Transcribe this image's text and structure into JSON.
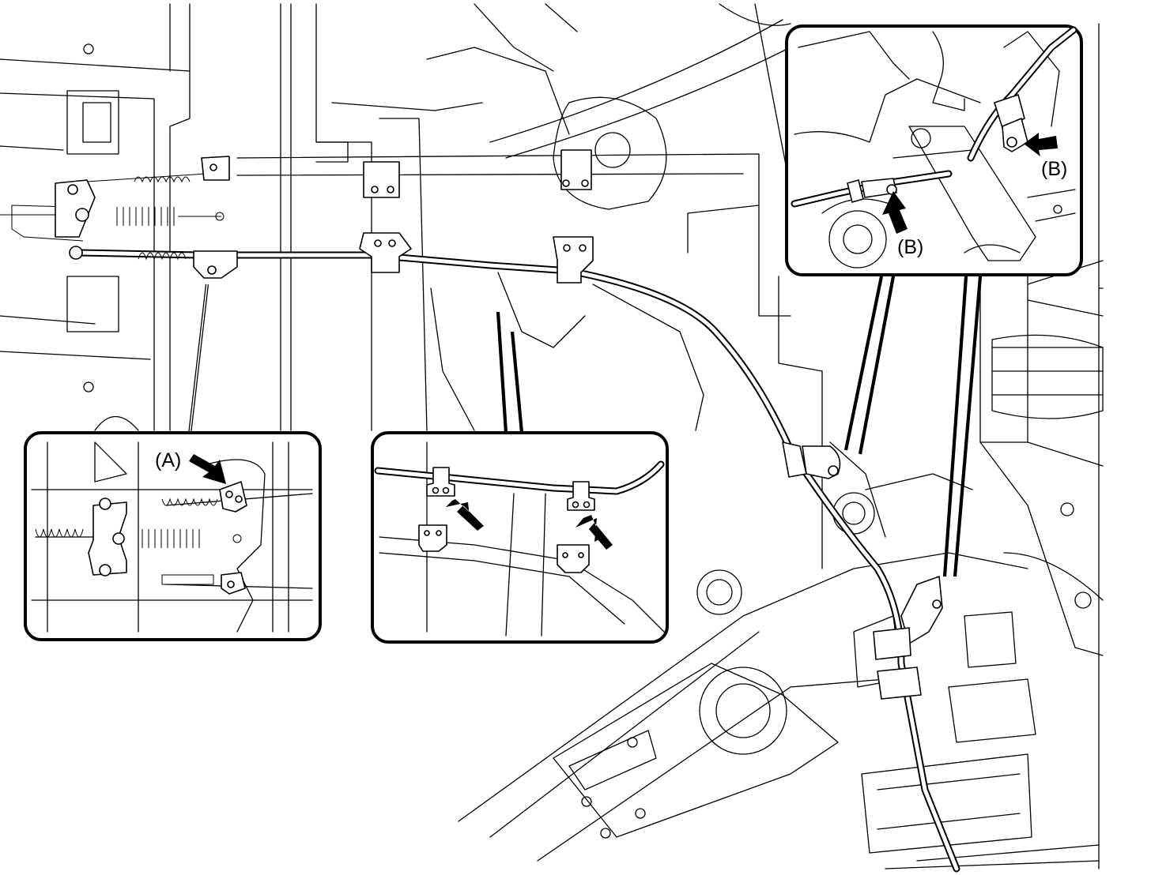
{
  "figure": {
    "labels": {
      "A": "(A)",
      "B_top": "(B)",
      "B_bottom": "(B)"
    }
  }
}
